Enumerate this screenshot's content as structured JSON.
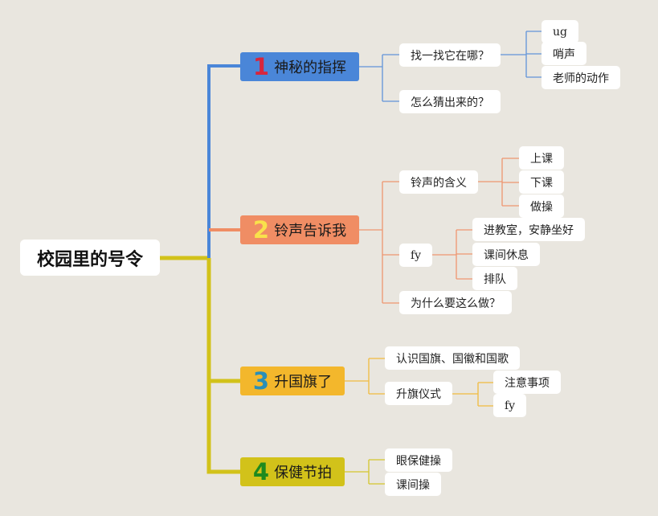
{
  "root": "校园里的号令",
  "colors": {
    "b1": "#4a86d8",
    "b2": "#f08d64",
    "b3": "#f3b72c",
    "b4": "#d2c21a",
    "num1": "#d7263d",
    "num2": "#f9e14b",
    "num3": "#2a8fb8",
    "num4": "#1e8a1e"
  },
  "branches": [
    {
      "num": "1",
      "label": "神秘的指挥",
      "children": [
        {
          "label": "找一找它在哪？",
          "children": [
            {
              "label": "ug"
            },
            {
              "label": "哨声"
            },
            {
              "label": "老师的动作"
            }
          ]
        },
        {
          "label": "怎么猜出来的？"
        }
      ]
    },
    {
      "num": "2",
      "label": "铃声告诉我",
      "children": [
        {
          "label": "铃声的含义",
          "children": [
            {
              "label": "上课"
            },
            {
              "label": "下课"
            },
            {
              "label": "做操"
            }
          ]
        },
        {
          "label": "fy",
          "children": [
            {
              "label": "进教室，安静坐好"
            },
            {
              "label": "课间休息"
            },
            {
              "label": "排队"
            }
          ]
        },
        {
          "label": "为什么要这么做？"
        }
      ]
    },
    {
      "num": "3",
      "label": "升国旗了",
      "children": [
        {
          "label": "认识国旗、国徽和国歌"
        },
        {
          "label": "升旗仪式",
          "children": [
            {
              "label": "注意事项"
            },
            {
              "label": "fy"
            }
          ]
        }
      ]
    },
    {
      "num": "4",
      "label": "保健节拍",
      "children": [
        {
          "label": "眼保健操"
        },
        {
          "label": "课间操"
        }
      ]
    }
  ]
}
